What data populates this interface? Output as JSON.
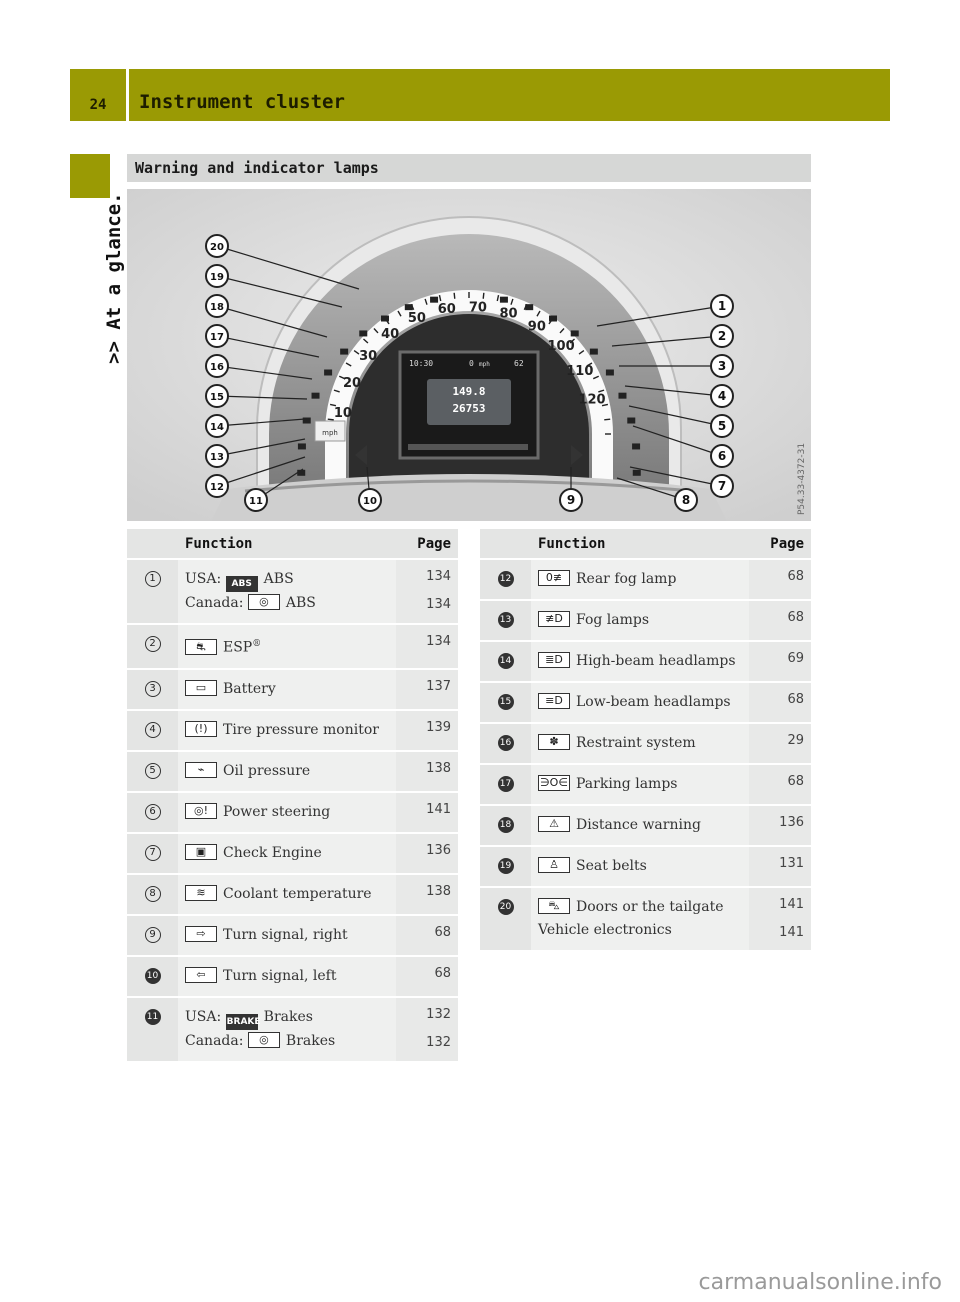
{
  "header": {
    "page_number": "24",
    "title": "Instrument cluster"
  },
  "side_tab": "At a glance.",
  "side_tab_prefix": ">>",
  "section": {
    "title": "Warning and indicator lamps"
  },
  "figure": {
    "code": "P54.33-4372-31",
    "speed_labels": [
      "10",
      "20",
      "30",
      "40",
      "50",
      "60",
      "70",
      "80",
      "90",
      "100",
      "110",
      "120"
    ],
    "display": {
      "time": "10:30",
      "speed": "0",
      "speed_unit": "mph",
      "temp": "62",
      "trip": "149.8",
      "odometer": "26753",
      "unit": "mph"
    },
    "callouts": [
      "1",
      "2",
      "3",
      "4",
      "5",
      "6",
      "7",
      "8",
      "9",
      "10",
      "11",
      "12",
      "13",
      "14",
      "15",
      "16",
      "17",
      "18",
      "19",
      "20"
    ]
  },
  "table_left": {
    "header": {
      "function": "Function",
      "page": "Page"
    },
    "rows": [
      {
        "num": "1",
        "lines": [
          {
            "prefix": "USA:",
            "icon": "abs-icon",
            "icon_text": "ABS",
            "label": "ABS",
            "page": "134"
          },
          {
            "prefix": "Canada:",
            "icon": "abs-circle-icon",
            "label": "ABS",
            "page": "134"
          }
        ]
      },
      {
        "num": "2",
        "lines": [
          {
            "icon": "esp-icon",
            "label": "ESP",
            "sup": "®",
            "page": "134"
          }
        ]
      },
      {
        "num": "3",
        "lines": [
          {
            "icon": "battery-icon",
            "label": "Battery",
            "page": "137"
          }
        ]
      },
      {
        "num": "4",
        "lines": [
          {
            "icon": "tire-pressure-icon",
            "label": "Tire pressure monitor",
            "page": "139"
          }
        ]
      },
      {
        "num": "5",
        "lines": [
          {
            "icon": "oil-pressure-icon",
            "label": "Oil pressure",
            "page": "138"
          }
        ]
      },
      {
        "num": "6",
        "lines": [
          {
            "icon": "power-steering-icon",
            "label": "Power steering",
            "page": "141"
          }
        ]
      },
      {
        "num": "7",
        "lines": [
          {
            "icon": "check-engine-icon",
            "label": "Check Engine",
            "page": "136"
          }
        ]
      },
      {
        "num": "8",
        "lines": [
          {
            "icon": "coolant-icon",
            "label": "Coolant temperature",
            "page": "138"
          }
        ]
      },
      {
        "num": "9",
        "lines": [
          {
            "icon": "turn-right-icon",
            "label": "Turn signal, right",
            "page": "68"
          }
        ]
      },
      {
        "num": "10",
        "lines": [
          {
            "icon": "turn-left-icon",
            "label": "Turn signal, left",
            "page": "68"
          }
        ]
      },
      {
        "num": "11",
        "lines": [
          {
            "prefix": "USA:",
            "icon": "brake-icon",
            "icon_text": "BRAKE",
            "label": "Brakes",
            "page": "132"
          },
          {
            "prefix": "Canada:",
            "icon": "brake-circle-icon",
            "label": "Brakes",
            "page": "132"
          }
        ]
      }
    ]
  },
  "table_right": {
    "header": {
      "function": "Function",
      "page": "Page"
    },
    "rows": [
      {
        "num": "12",
        "lines": [
          {
            "icon": "rear-fog-icon",
            "label": "Rear fog lamp",
            "page": "68"
          }
        ]
      },
      {
        "num": "13",
        "lines": [
          {
            "icon": "fog-lamp-icon",
            "label": "Fog lamps",
            "page": "68"
          }
        ]
      },
      {
        "num": "14",
        "lines": [
          {
            "icon": "high-beam-icon",
            "label": "High-beam headlamps",
            "page": "69"
          }
        ]
      },
      {
        "num": "15",
        "lines": [
          {
            "icon": "low-beam-icon",
            "label": "Low-beam headlamps",
            "page": "68"
          }
        ]
      },
      {
        "num": "16",
        "lines": [
          {
            "icon": "restraint-icon",
            "label": "Restraint system",
            "page": "29"
          }
        ]
      },
      {
        "num": "17",
        "lines": [
          {
            "icon": "parking-lamps-icon",
            "label": "Parking lamps",
            "page": "68"
          }
        ]
      },
      {
        "num": "18",
        "lines": [
          {
            "icon": "distance-warning-icon",
            "label": "Distance warning",
            "page": "136"
          }
        ]
      },
      {
        "num": "19",
        "lines": [
          {
            "icon": "seat-belt-icon",
            "label": "Seat belts",
            "page": "131"
          }
        ]
      },
      {
        "num": "20",
        "lines": [
          {
            "icon": "doors-icon",
            "label": "Doors or the tailgate",
            "page": "141"
          },
          {
            "label": "Vehicle electronics",
            "page": "141"
          }
        ]
      }
    ]
  },
  "footer": "carmanualsonline.info"
}
